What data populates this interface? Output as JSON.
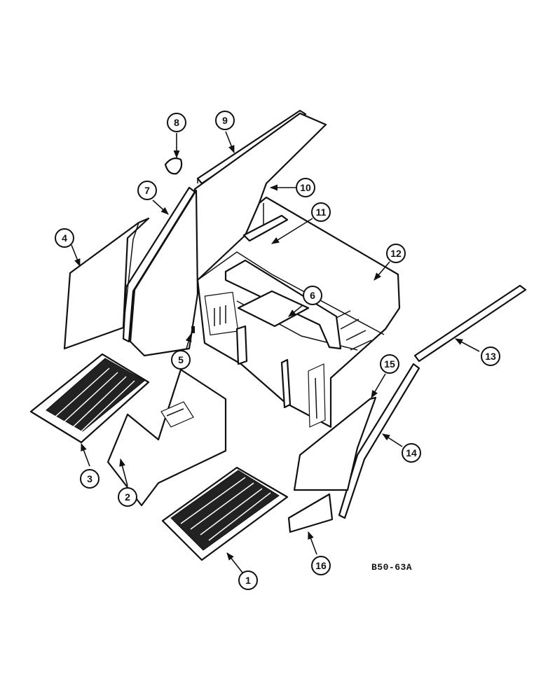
{
  "figure": {
    "reference_code": "B50-63A"
  },
  "callouts": [
    {
      "label": "1"
    },
    {
      "label": "2"
    },
    {
      "label": "3"
    },
    {
      "label": "4"
    },
    {
      "label": "5"
    },
    {
      "label": "6"
    },
    {
      "label": "7"
    },
    {
      "label": "8"
    },
    {
      "label": "9"
    },
    {
      "label": "10"
    },
    {
      "label": "11"
    },
    {
      "label": "12"
    },
    {
      "label": "13"
    },
    {
      "label": "14"
    },
    {
      "label": "15"
    },
    {
      "label": "16"
    }
  ],
  "colors": {
    "line": "#111111",
    "background": "#ffffff"
  }
}
